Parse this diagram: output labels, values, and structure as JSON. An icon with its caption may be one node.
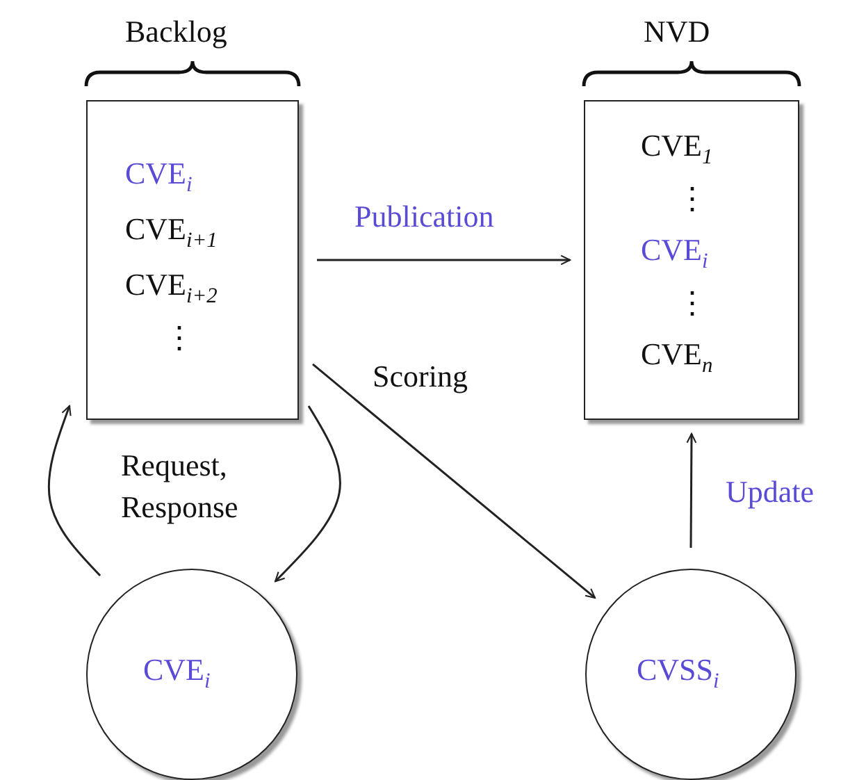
{
  "diagram": {
    "nodes": [
      {
        "text": [
          "Backlog",
          "CVE$_{i}$",
          "CVE$_{i+1}$",
          "CVE$_{i+2}$",
          "⋮"
        ]
      },
      {
        "text": [
          "NVD",
          "CVE$_{1}$",
          "⋮",
          "CVE$_{i}$",
          "⋮",
          "CVE$_{n}$"
        ]
      },
      {
        "text": [
          "CVE$_{i}$"
        ]
      },
      {
        "text": [
          "CVSS$_{i}$"
        ]
      }
    ],
    "edges": [
      {
        "from": 0,
        "to": 1,
        "arrow": "to",
        "label": "Publication"
      },
      {
        "from": 0,
        "to": 3,
        "arrow": "to",
        "label": "Scoring"
      },
      {
        "from": 2,
        "to": 0,
        "arrow": "to"
      },
      {
        "from": 0,
        "to": 2,
        "arrow": "to"
      },
      {
        "from": 3,
        "to": 1,
        "arrow": "to",
        "label": "Update"
      }
    ],
    "labels": [
      "Request, Response"
    ]
  }
}
